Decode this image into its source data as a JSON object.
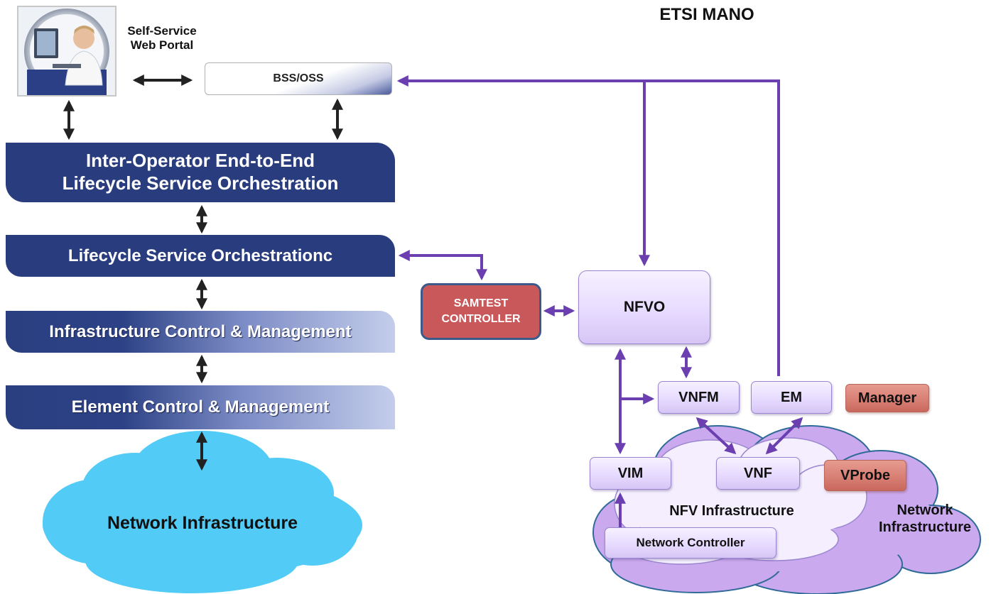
{
  "title": "ETSI MANO",
  "portal_label": "Self-Service Web Portal",
  "portal_label_lines": [
    "Self-Service",
    "Web Portal"
  ],
  "bss_oss": "BSS/OSS",
  "layers": {
    "inter_operator": [
      "Inter-Operator End-to-End",
      "Lifecycle Service Orchestration"
    ],
    "lso": "Lifecycle Service Orchestrationc",
    "infra_control": "Infrastructure Control & Management",
    "element_control": "Element Control & Management",
    "network_infra": "Network Infrastructure"
  },
  "samtest": [
    "SAMTEST",
    "CONTROLLER"
  ],
  "mano": {
    "nfvo": "NFVO",
    "vnfm": "VNFM",
    "em": "EM",
    "manager": "Manager",
    "vim": "VIM",
    "vnf": "VNF",
    "vprobe": "VProbe",
    "nfv_infra": "NFV Infrastructure",
    "network_infra": [
      "Network",
      "Infrastructure"
    ],
    "network_controller": "Network Controller"
  },
  "colors": {
    "dark_navy": "#283c7e",
    "purple_arrow": "#6b3fb0",
    "black_arrow": "#222222",
    "cloud_blue": "#4fcaf5",
    "cloud_lavender": "#c9a9ec",
    "samtest_red": "#c9585a"
  },
  "icons": [
    "user-at-computer-icon",
    "cloud-icon"
  ]
}
